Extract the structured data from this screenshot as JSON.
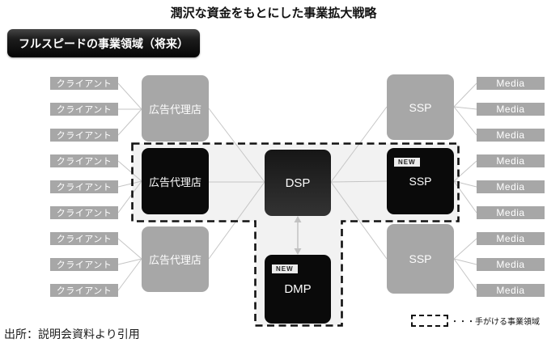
{
  "title": "潤沢な資金をもとにした事業拡大戦略",
  "scope_label": "フルスピードの事業領域（将来）",
  "clients": [
    "クライアント",
    "クライアント",
    "クライアント",
    "クライアント",
    "クライアント",
    "クライアント",
    "クライアント",
    "クライアント",
    "クライアント"
  ],
  "agencies": {
    "top": "広告代理店",
    "middle": "広告代理店",
    "bottom": "広告代理店"
  },
  "platforms": {
    "dsp": "DSP",
    "dmp": "DMP",
    "ssp_top": "SSP",
    "ssp_middle": "SSP",
    "ssp_bottom": "SSP"
  },
  "new_badge": "NEW",
  "media": [
    "Media",
    "Media",
    "Media",
    "Media",
    "Media",
    "Media",
    "Media",
    "Media",
    "Media"
  ],
  "legend_text": "・・・手がける事業領域",
  "source": "出所：説明会資料より引用",
  "colors": {
    "box_gray": "#a7a7a7",
    "box_black": "#0a0a0a",
    "region_bg": "#f2f2f2",
    "connector_line": "#c5c5c5",
    "dashed_border": "#111111"
  }
}
